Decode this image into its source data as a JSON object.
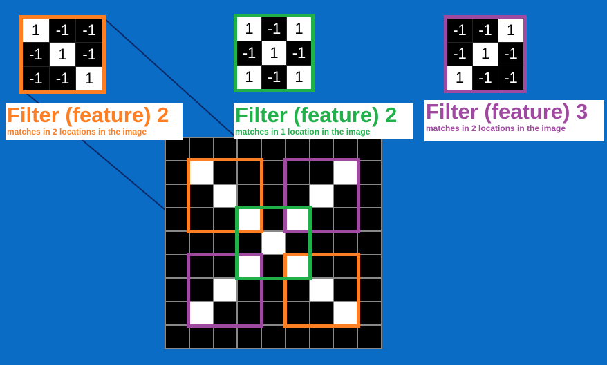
{
  "colors": {
    "orange": "#fd7e23",
    "green": "#22b04b",
    "purple": "#a049a0",
    "background": "#0a6cc4"
  },
  "filters": [
    {
      "name": "filter-1",
      "color": "orange",
      "values": [
        "1",
        "-1",
        "-1",
        "-1",
        "1",
        "-1",
        "-1",
        "-1",
        "1"
      ],
      "title": "Filter (feature) 2",
      "subtitle": "matches in 2 locations in the image"
    },
    {
      "name": "filter-2",
      "color": "green",
      "values": [
        "1",
        "-1",
        "1",
        "-1",
        "1",
        "-1",
        "1",
        "-1",
        "1"
      ],
      "title": "Filter (feature) 2",
      "subtitle": "matches in 1 location in the image"
    },
    {
      "name": "filter-3",
      "color": "purple",
      "values": [
        "-1",
        "-1",
        "1",
        "-1",
        "1",
        "-1",
        "1",
        "-1",
        "-1"
      ],
      "title": "Filter (feature) 3",
      "subtitle": "matches in 2 locations in the image"
    }
  ],
  "image_grid": {
    "rows": 9,
    "cols": 9,
    "white_cells": [
      [
        1,
        1
      ],
      [
        2,
        2
      ],
      [
        3,
        3
      ],
      [
        4,
        4
      ],
      [
        5,
        5
      ],
      [
        6,
        6
      ],
      [
        7,
        7
      ],
      [
        1,
        7
      ],
      [
        2,
        6
      ],
      [
        3,
        5
      ],
      [
        5,
        3
      ],
      [
        6,
        2
      ],
      [
        7,
        1
      ]
    ]
  },
  "match_boxes": [
    {
      "color": "orange",
      "row": 1,
      "col": 1
    },
    {
      "color": "orange",
      "row": 5,
      "col": 5
    },
    {
      "color": "purple",
      "row": 1,
      "col": 5
    },
    {
      "color": "purple",
      "row": 5,
      "col": 1
    },
    {
      "color": "green",
      "row": 3,
      "col": 3
    }
  ]
}
